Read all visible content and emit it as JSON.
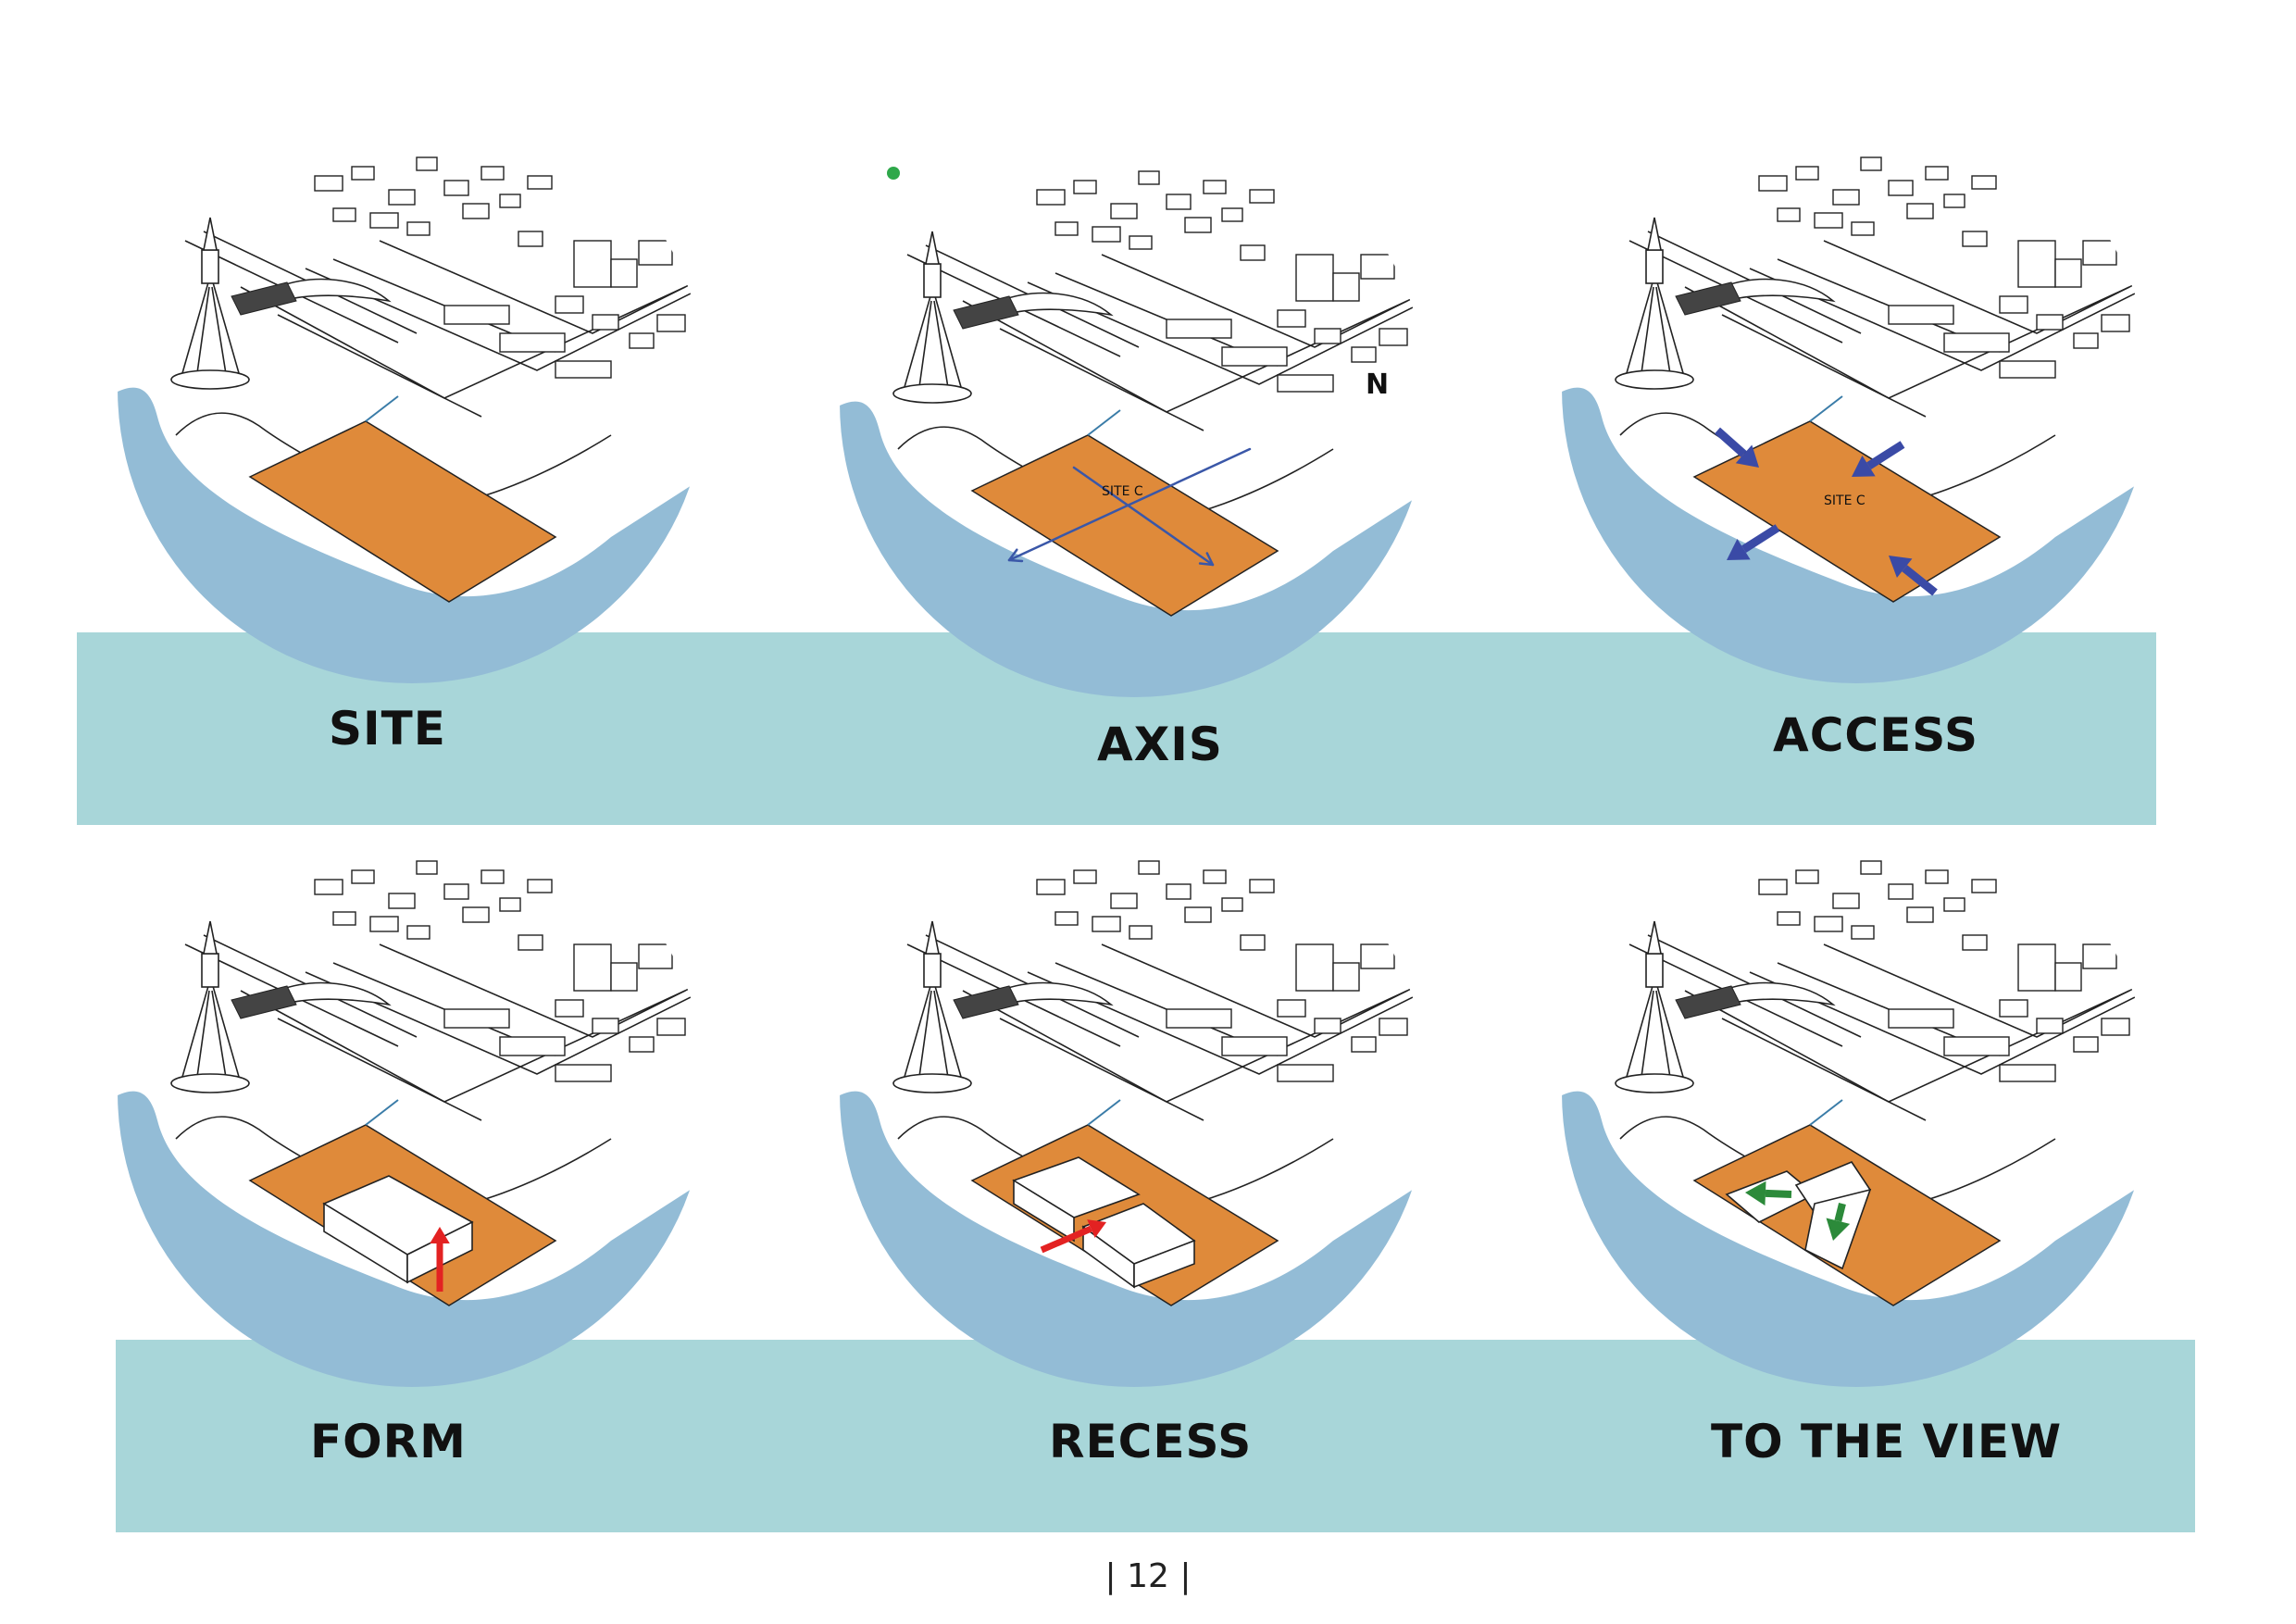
{
  "panels": [
    {
      "id": "site",
      "label": "SITE",
      "site_label": "",
      "overlay": "none"
    },
    {
      "id": "axis",
      "label": "AXIS",
      "site_label": "SITE C",
      "overlay": "axis",
      "north_label": "N"
    },
    {
      "id": "access",
      "label": "ACCESS",
      "site_label": "SITE C",
      "overlay": "access"
    },
    {
      "id": "form",
      "label": "FORM",
      "site_label": "",
      "overlay": "form"
    },
    {
      "id": "recess",
      "label": "RECESS",
      "site_label": "",
      "overlay": "recess"
    },
    {
      "id": "view",
      "label": "TO THE VIEW",
      "site_label": "",
      "overlay": "view"
    }
  ],
  "page_number": "| 12 |",
  "colors": {
    "band": "#a8d6d9",
    "water": "#93bcd6",
    "site": "#df8a3a",
    "axis_arrow": "#3a57a8",
    "access_arrow": "#3a4aa6",
    "form_arrow": "#e32222",
    "view_arrow": "#2c8a3a"
  }
}
